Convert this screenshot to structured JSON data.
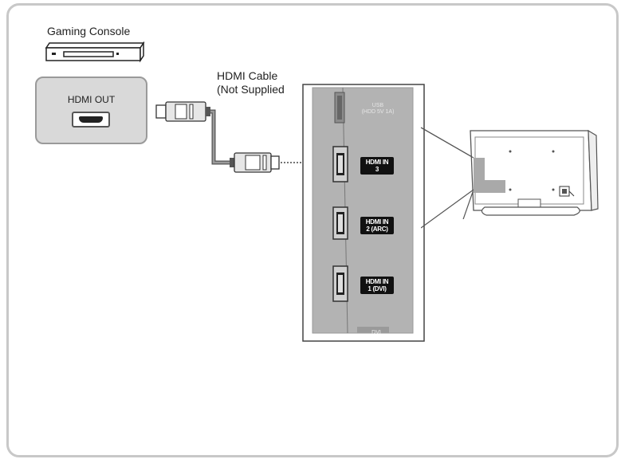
{
  "console": {
    "label": "Gaming Console"
  },
  "source_port": {
    "label": "HDMI OUT"
  },
  "cable": {
    "line1": "HDMI Cable",
    "line2": "(Not Supplied"
  },
  "tv_panel": {
    "usb_label_line1": "USB",
    "usb_label_line2": "(HDD 5V 1A)",
    "ports": [
      {
        "line1": "HDMI IN",
        "line2": "3"
      },
      {
        "line1": "HDMI IN",
        "line2": "2 (ARC)"
      },
      {
        "line1": "HDMI IN",
        "line2": "1 (DVI)"
      }
    ],
    "bottom_cut_label": "DVI"
  }
}
